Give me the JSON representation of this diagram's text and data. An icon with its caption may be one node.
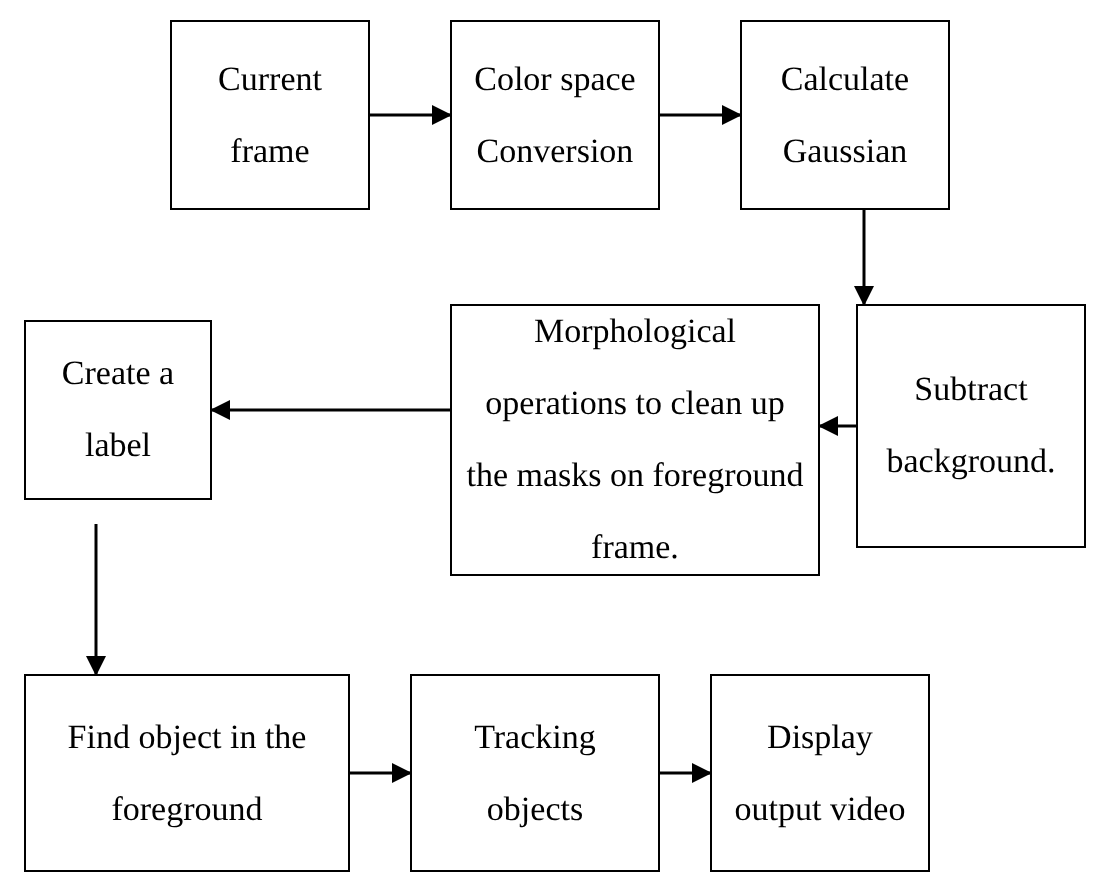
{
  "diagram": {
    "nodes": [
      {
        "text": [
          "Current frame"
        ]
      },
      {
        "text": [
          "Color space Conversion"
        ]
      },
      {
        "text": [
          "Calculate Gaussian"
        ]
      },
      {
        "text": [
          "Subtract background."
        ]
      },
      {
        "text": [
          "Morphological operations to clean up the masks on foreground frame."
        ]
      },
      {
        "text": [
          "Create a label"
        ]
      },
      {
        "text": [
          "Find object in the foreground"
        ]
      },
      {
        "text": [
          "Tracking objects"
        ]
      },
      {
        "text": [
          "Display output video"
        ]
      }
    ],
    "edges": [
      {
        "from": 0,
        "to": 1,
        "arrow": "to"
      },
      {
        "from": 1,
        "to": 2,
        "arrow": "to"
      },
      {
        "from": 2,
        "to": 3,
        "arrow": "to"
      },
      {
        "from": 3,
        "to": 4,
        "arrow": "to"
      },
      {
        "from": 4,
        "to": 5,
        "arrow": "to"
      },
      {
        "from": 5,
        "to": 6,
        "arrow": "to"
      },
      {
        "from": 6,
        "to": 7,
        "arrow": "to"
      },
      {
        "from": 7,
        "to": 8,
        "arrow": "to"
      }
    ]
  }
}
